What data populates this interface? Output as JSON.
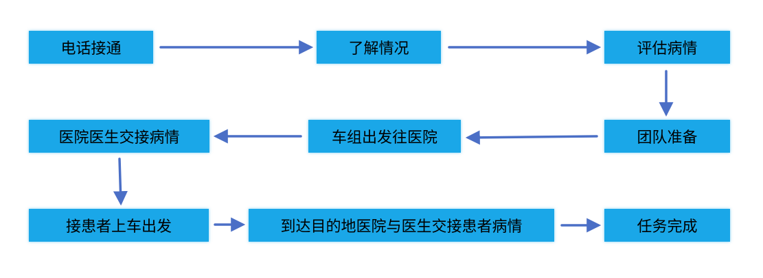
{
  "flow": {
    "steps": [
      "电话接通",
      "了解情况",
      "评估病情",
      "团队准备",
      "车组出发往医院",
      "医院医生交接病情",
      "接患者上车出发",
      "到达目的地医院与医生交接患者病情",
      "任务完成"
    ],
    "colors": {
      "box": "#1aa7e8",
      "arrow": "#4b6fc6",
      "text": "#000000"
    }
  }
}
